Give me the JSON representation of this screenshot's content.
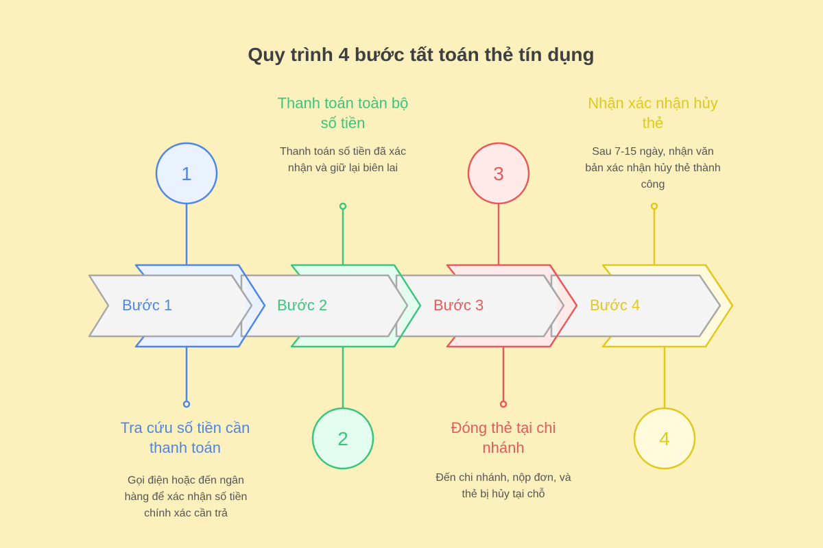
{
  "title": "Quy trình 4 bước tất toán thẻ tín dụng",
  "colors": {
    "background": "#fcf0bd",
    "title": "#3d3f40",
    "arrow_fill": "#f4f4f4",
    "arrow_stroke": "#a8a8a8",
    "desc_text": "#555555"
  },
  "steps": [
    {
      "number": "1",
      "label": "Bước 1",
      "heading": "Tra cứu số tiền cần thanh toán",
      "description": "Gọi điện hoặc đến ngân hàng để xác nhận số tiền chính xác cần trả",
      "color": "#4f86e6",
      "fill": "#ebf2ff",
      "position": "top-circle"
    },
    {
      "number": "2",
      "label": "Bước 2",
      "heading": "Thanh toán toàn bộ số tiền",
      "description": "Thanh toán số tiền đã xác nhận và giữ lại biên lai",
      "color": "#3cc47c",
      "fill": "#e2fcef",
      "position": "bottom-circle"
    },
    {
      "number": "3",
      "label": "Bước 3",
      "heading": "Đóng thẻ tại chi nhánh",
      "description": "Đến chi nhánh, nộp đơn, và thẻ bị hủy tại chỗ",
      "color": "#e85a5a",
      "fill": "#ffe9e9",
      "position": "top-circle"
    },
    {
      "number": "4",
      "label": "Bước 4",
      "heading": "Nhận xác nhận hủy thẻ",
      "description": "Sau 7-15 ngày, nhận văn bản xác nhận hủy thẻ thành công",
      "color": "#e0c81c",
      "fill": "#fffadc",
      "position": "bottom-circle"
    }
  ]
}
